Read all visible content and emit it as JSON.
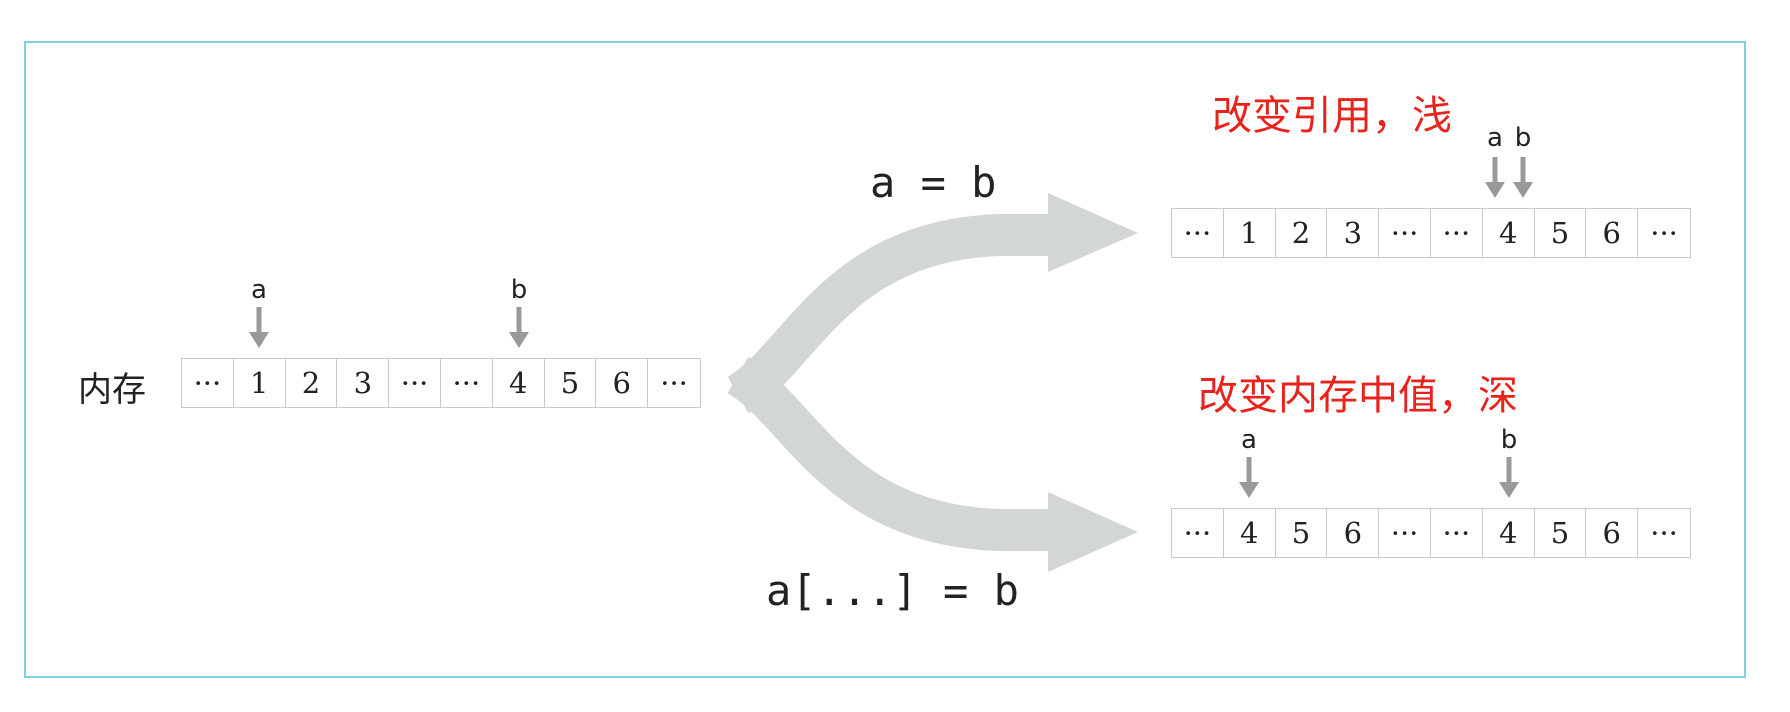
{
  "memory_label": "内存",
  "original": {
    "cells": [
      "···",
      "1",
      "2",
      "3",
      "···",
      "···",
      "4",
      "5",
      "6",
      "···"
    ],
    "pointers": [
      {
        "name": "a",
        "cell_index": 1
      },
      {
        "name": "b",
        "cell_index": 6
      }
    ]
  },
  "shallow": {
    "operation": "a = b",
    "note": "改变引用，浅",
    "cells": [
      "···",
      "1",
      "2",
      "3",
      "···",
      "···",
      "4",
      "5",
      "6",
      "···"
    ],
    "pointers": [
      {
        "name": "a",
        "cell_index": 6
      },
      {
        "name": "b",
        "cell_index": 6
      }
    ]
  },
  "deep": {
    "operation": "a[...] = b",
    "note": "改变内存中值，深",
    "cells": [
      "···",
      "4",
      "5",
      "6",
      "···",
      "···",
      "4",
      "5",
      "6",
      "···"
    ],
    "pointers": [
      {
        "name": "a",
        "cell_index": 1
      },
      {
        "name": "b",
        "cell_index": 6
      }
    ]
  },
  "colors": {
    "frame_border": "#7fd0de",
    "arrow_fill": "#d3d6d7",
    "pointer_arrow": "#999999",
    "note_text": "#e8231c"
  }
}
